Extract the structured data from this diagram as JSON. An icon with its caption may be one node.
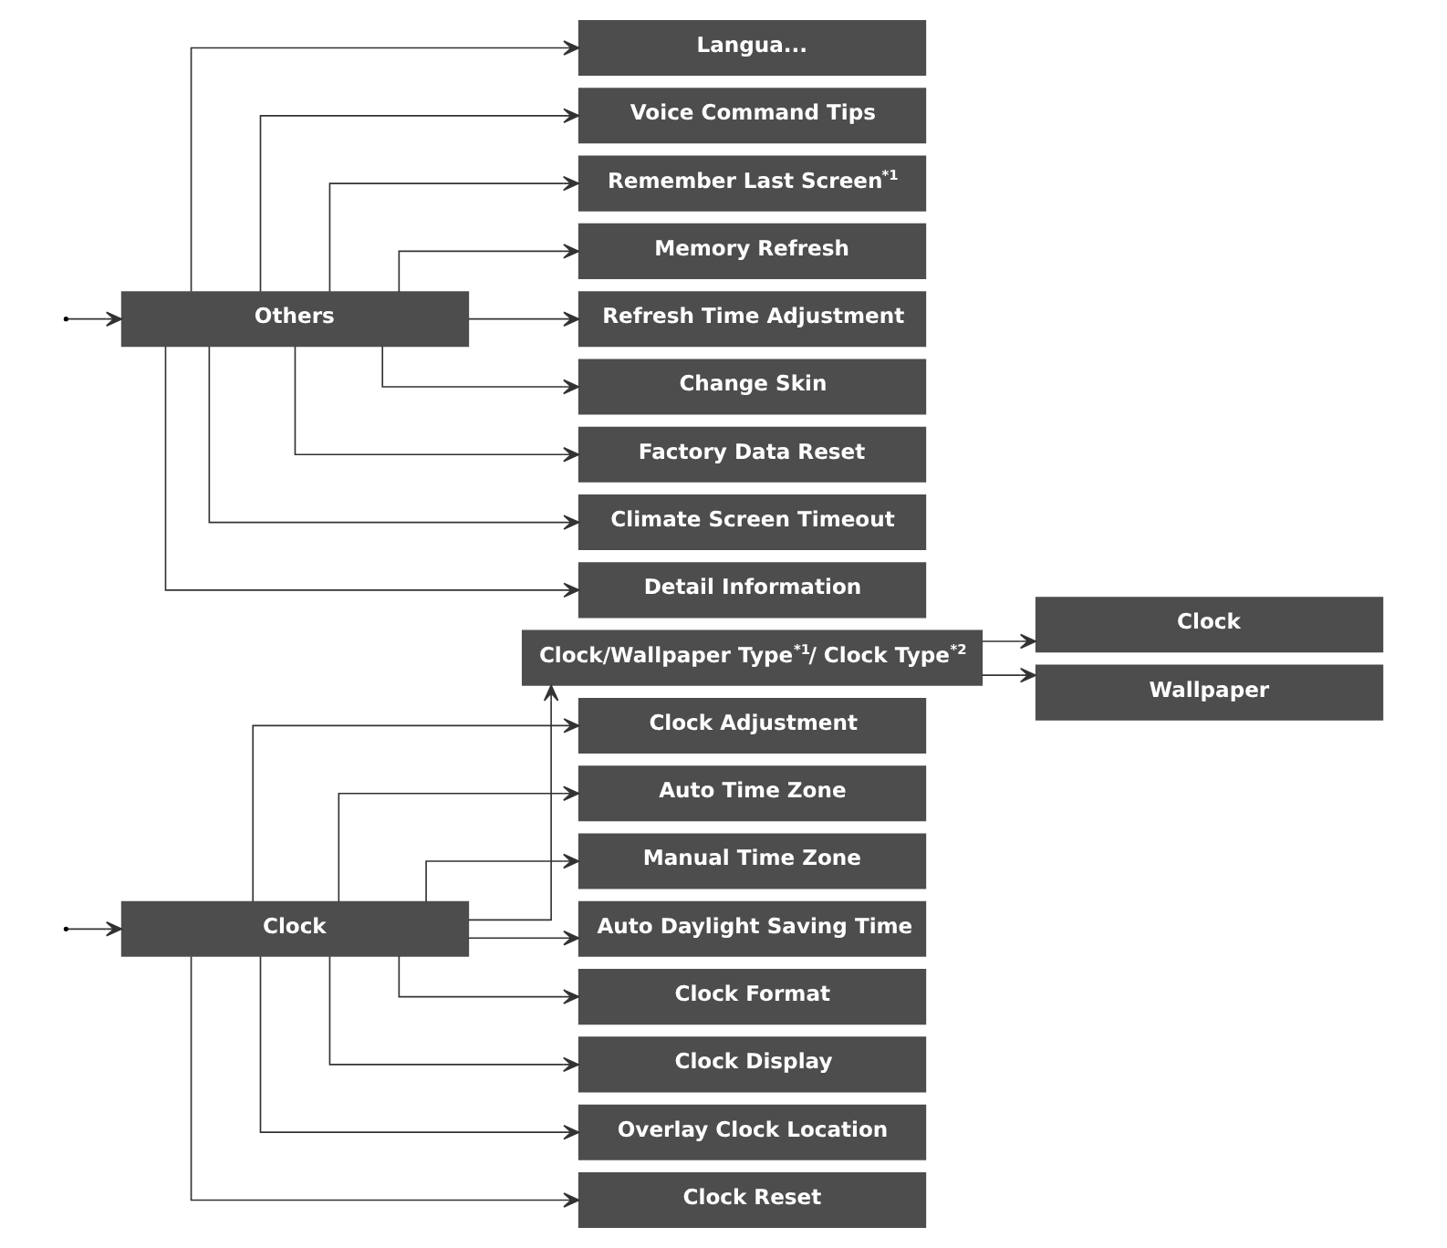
{
  "diagram": {
    "nodes": [
      {
        "text": [
          "Clock"
        ]
      },
      {
        "text": [
          "Clock/Wallpaper Type$^{*1}$/ Clock Type$^{*2}$"
        ]
      },
      {
        "text": [
          "Clock"
        ]
      },
      {
        "text": [
          "Wallpaper"
        ]
      },
      {
        "text": [
          "Clock Adjustment"
        ]
      },
      {
        "text": [
          "Auto Time Zone"
        ]
      },
      {
        "text": [
          "Manual Time Zone"
        ]
      },
      {
        "text": [
          "Auto Daylight Saving Time"
        ]
      },
      {
        "text": [
          "Clock Format"
        ]
      },
      {
        "text": [
          "Clock Display"
        ]
      },
      {
        "text": [
          "Overlay Clock Location"
        ]
      },
      {
        "text": [
          "Clock Reset"
        ]
      },
      {
        "text": [
          "Others"
        ]
      },
      {
        "text": [
          "Langua..."
        ]
      },
      {
        "text": [
          "Voice Command Tips"
        ]
      },
      {
        "text": [
          "Remember Last Screen$^{*1}$"
        ]
      },
      {
        "text": [
          "Memory Refresh"
        ]
      },
      {
        "text": [
          "Refresh Time Adjustment"
        ]
      },
      {
        "text": [
          "Change Skin"
        ]
      },
      {
        "text": [
          "Factory Data Reset"
        ]
      },
      {
        "text": [
          "Climate Screen Timeout"
        ]
      },
      {
        "text": [
          "Detail Information"
        ]
      }
    ],
    "edges": [
      {
        "from": null,
        "to": 0,
        "arrow": "to"
      },
      {
        "from": null,
        "to": 12,
        "arrow": "to"
      },
      {
        "from": 0,
        "to": 1,
        "arrow": "to"
      },
      {
        "from": 1,
        "to": 2,
        "arrow": "to"
      },
      {
        "from": 1,
        "to": 3,
        "arrow": "to"
      },
      {
        "from": 0,
        "to": 4,
        "arrow": "to"
      },
      {
        "from": 0,
        "to": 5,
        "arrow": "to"
      },
      {
        "from": 0,
        "to": 6,
        "arrow": "to"
      },
      {
        "from": 0,
        "to": 7,
        "arrow": "to"
      },
      {
        "from": 0,
        "to": 8,
        "arrow": "to"
      },
      {
        "from": 0,
        "to": 9,
        "arrow": "to"
      },
      {
        "from": 0,
        "to": 10,
        "arrow": "to"
      },
      {
        "from": 0,
        "to": 11,
        "arrow": "to"
      },
      {
        "from": 12,
        "to": 13,
        "arrow": "to"
      },
      {
        "from": 12,
        "to": 14,
        "arrow": "to"
      },
      {
        "from": 12,
        "to": 15,
        "arrow": "to"
      },
      {
        "from": 12,
        "to": 16,
        "arrow": "to"
      },
      {
        "from": 12,
        "to": 17,
        "arrow": "to"
      },
      {
        "from": 12,
        "to": 18,
        "arrow": "to"
      },
      {
        "from": 12,
        "to": 19,
        "arrow": "to"
      },
      {
        "from": 12,
        "to": 20,
        "arrow": "to"
      },
      {
        "from": 12,
        "to": 21,
        "arrow": "to"
      }
    ]
  }
}
